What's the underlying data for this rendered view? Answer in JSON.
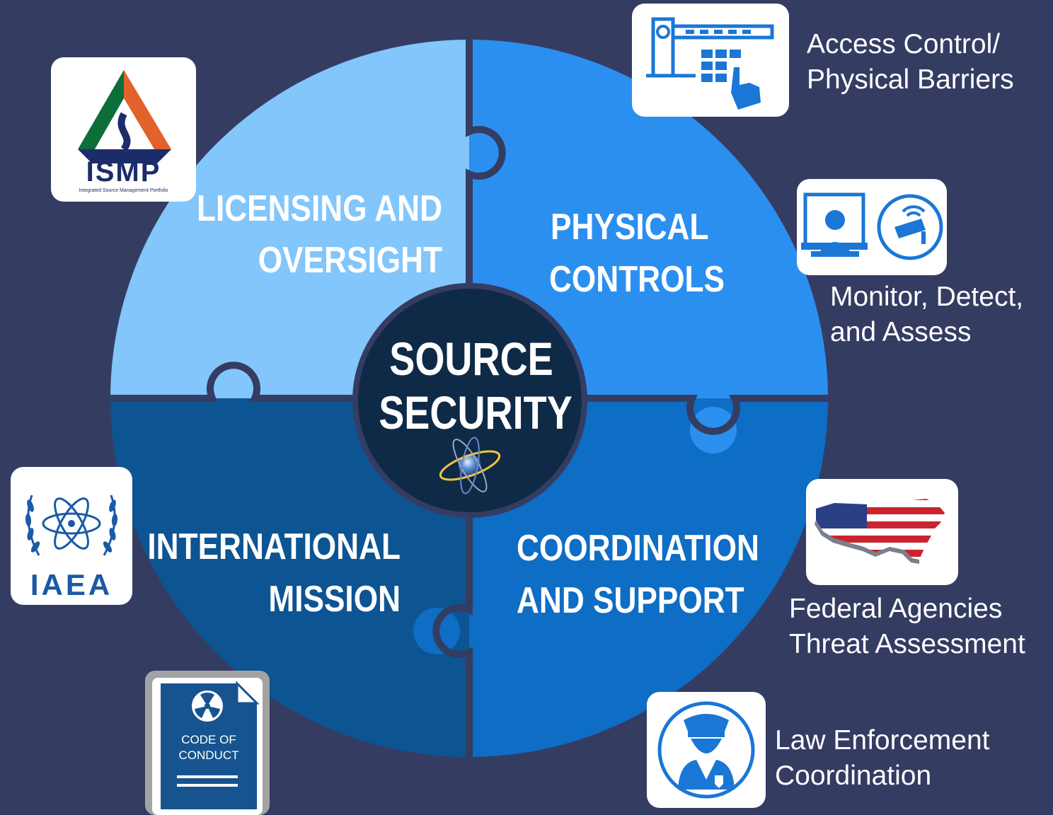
{
  "center": {
    "line1": "SOURCE",
    "line2": "SECURITY",
    "icon": "atom-globe-icon"
  },
  "quadrants": {
    "licensing": {
      "line1": "LICENSING AND",
      "line2": "OVERSIGHT",
      "color": "#82c6fb"
    },
    "physical": {
      "line1": "PHYSICAL",
      "line2": "CONTROLS",
      "color": "#2b8ff0"
    },
    "international": {
      "line1": "INTERNATIONAL",
      "line2": "MISSION",
      "color": "#0d5492"
    },
    "coordination": {
      "line1": "COORDINATION",
      "line2": "AND SUPPORT",
      "color": "#0e6dc4"
    }
  },
  "logos": {
    "ismp": {
      "text": "ISMP",
      "subtext": "Integrated Source Management Portfolio",
      "icon": "ismp-logo-icon"
    },
    "iaea": {
      "text": "IAEA",
      "icon": "iaea-logo-icon"
    },
    "code_of_conduct": {
      "line1": "CODE OF",
      "line2": "CONDUCT",
      "icon": "code-of-conduct-document-icon"
    }
  },
  "captions": {
    "access": {
      "line1": "Access Control/",
      "line2": "Physical Barriers",
      "icon": "access-barrier-keypad-icon"
    },
    "monitor": {
      "line1": "Monitor, Detect,",
      "line2": "and Assess",
      "icon": "monitor-camera-icon"
    },
    "federal": {
      "line1": "Federal Agencies",
      "line2": "Threat Assessment",
      "icon": "us-flag-map-icon"
    },
    "law": {
      "line1": "Law Enforcement",
      "line2": "Coordination",
      "icon": "police-officer-icon"
    }
  },
  "colors": {
    "background": "#353c62",
    "center_circle": "#0f2a47",
    "icon_blue": "#1a77d6"
  }
}
